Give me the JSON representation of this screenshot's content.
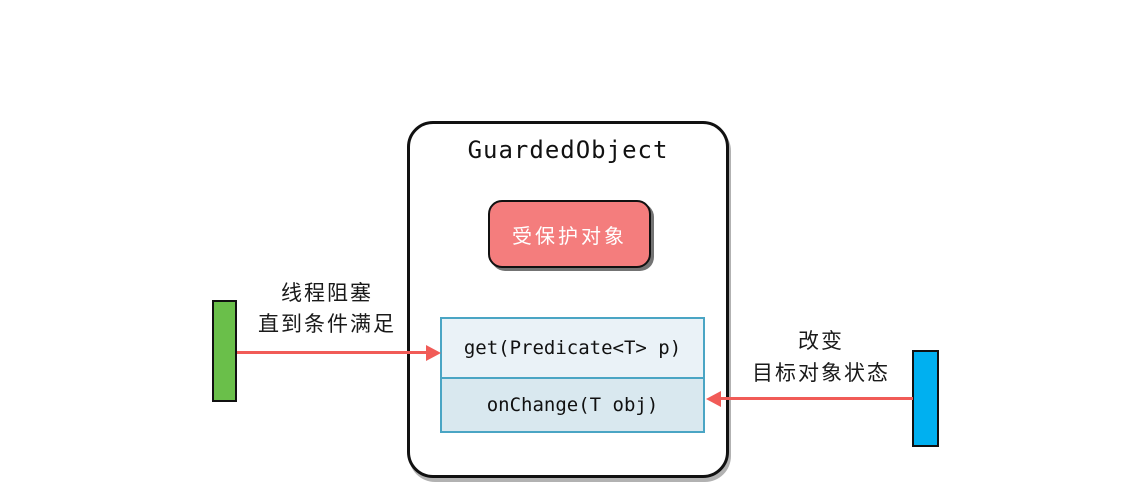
{
  "diagram": {
    "container_title": "GuardedObject",
    "protected_object_label": "受保护对象",
    "methods": [
      {
        "label": "get(Predicate<T> p)"
      },
      {
        "label": "onChange(T obj)"
      }
    ],
    "left_annotation": {
      "line1": "线程阻塞",
      "line2": "直到条件满足"
    },
    "right_annotation": {
      "line1": "改变",
      "line2": "目标对象状态"
    },
    "colors": {
      "protected_box_bg": "#f47d7d",
      "method_border": "#4aa5c4",
      "method_get_bg": "#eaf2f7",
      "method_onchange_bg": "#d9e8ef",
      "left_bar": "#6abf4a",
      "right_bar": "#00b0f0",
      "arrow": "#f15b57",
      "outline": "#111111"
    }
  }
}
